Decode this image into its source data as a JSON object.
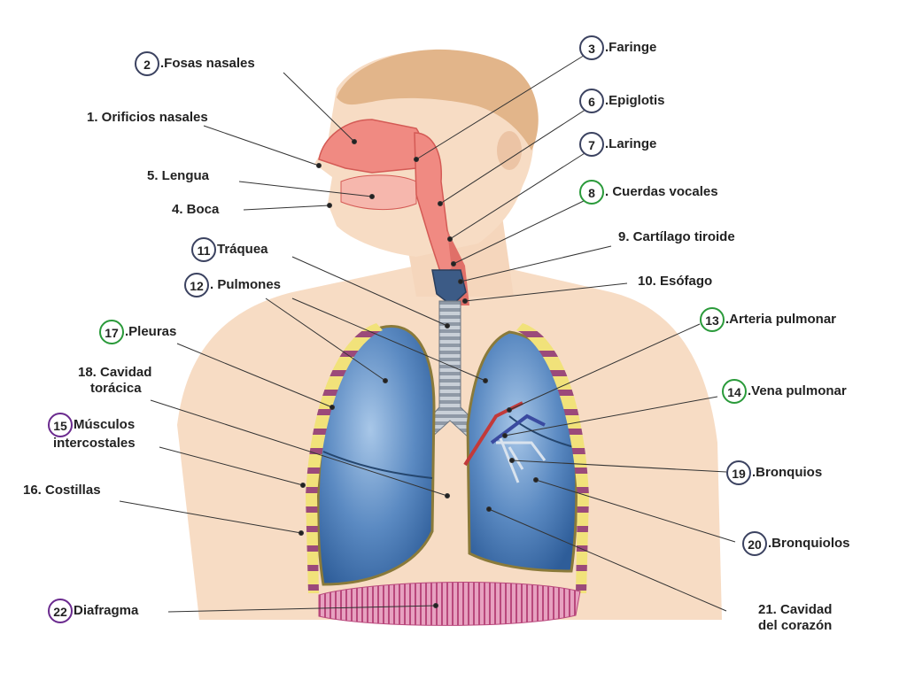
{
  "labels": {
    "l1": {
      "num": "",
      "text": "1. Orificios nasales"
    },
    "l2": {
      "num": "2",
      "text": ".Fosas nasales"
    },
    "l3": {
      "num": "3",
      "text": ".Faringe"
    },
    "l4": {
      "num": "",
      "text": "4. Boca"
    },
    "l5": {
      "num": "",
      "text": "5. Lengua"
    },
    "l6": {
      "num": "6",
      "text": ".Epiglotis"
    },
    "l7": {
      "num": "7",
      "text": ".Laringe"
    },
    "l8": {
      "num": "8",
      "text": ". Cuerdas vocales"
    },
    "l9": {
      "num": "",
      "text": "9. Cartílago tiroide"
    },
    "l10": {
      "num": "",
      "text": "10. Esófago"
    },
    "l11": {
      "num": "11",
      "text": "Tráquea"
    },
    "l12": {
      "num": "12",
      "text": ". Pulmones"
    },
    "l13": {
      "num": "13",
      "text": ".Arteria pulmonar"
    },
    "l14": {
      "num": "14",
      "text": ".Vena pulmonar"
    },
    "l15": {
      "num": "15",
      "line1": "Músculos",
      "line2": "intercostales"
    },
    "l16": {
      "num": "",
      "text": "16. Costillas"
    },
    "l17": {
      "num": "17",
      "text": ".Pleuras"
    },
    "l18": {
      "num": "",
      "line1": "18. Cavidad",
      "line2": "torácica"
    },
    "l19": {
      "num": "19",
      "text": ".Bronquios"
    },
    "l20": {
      "num": "20",
      "text": ".Bronquiolos"
    },
    "l21": {
      "num": "",
      "line1": "21. Cavidad",
      "line2": "del corazón"
    },
    "l22": {
      "num": "22",
      "text": "Diafragma"
    }
  },
  "colors": {
    "skin": "#f7dcc4",
    "hair": "#e2b58a",
    "airway": "#f08a82",
    "lung": "#4f7fb8",
    "lung_light": "#8fb4dc",
    "rib_yellow": "#f1e27a",
    "rib_purple": "#9b4a7a",
    "diaphragm": "#c85a8a",
    "circle_navy": "#3b4260",
    "circle_green": "#2a9a3a",
    "circle_purple": "#6a2a8e"
  }
}
